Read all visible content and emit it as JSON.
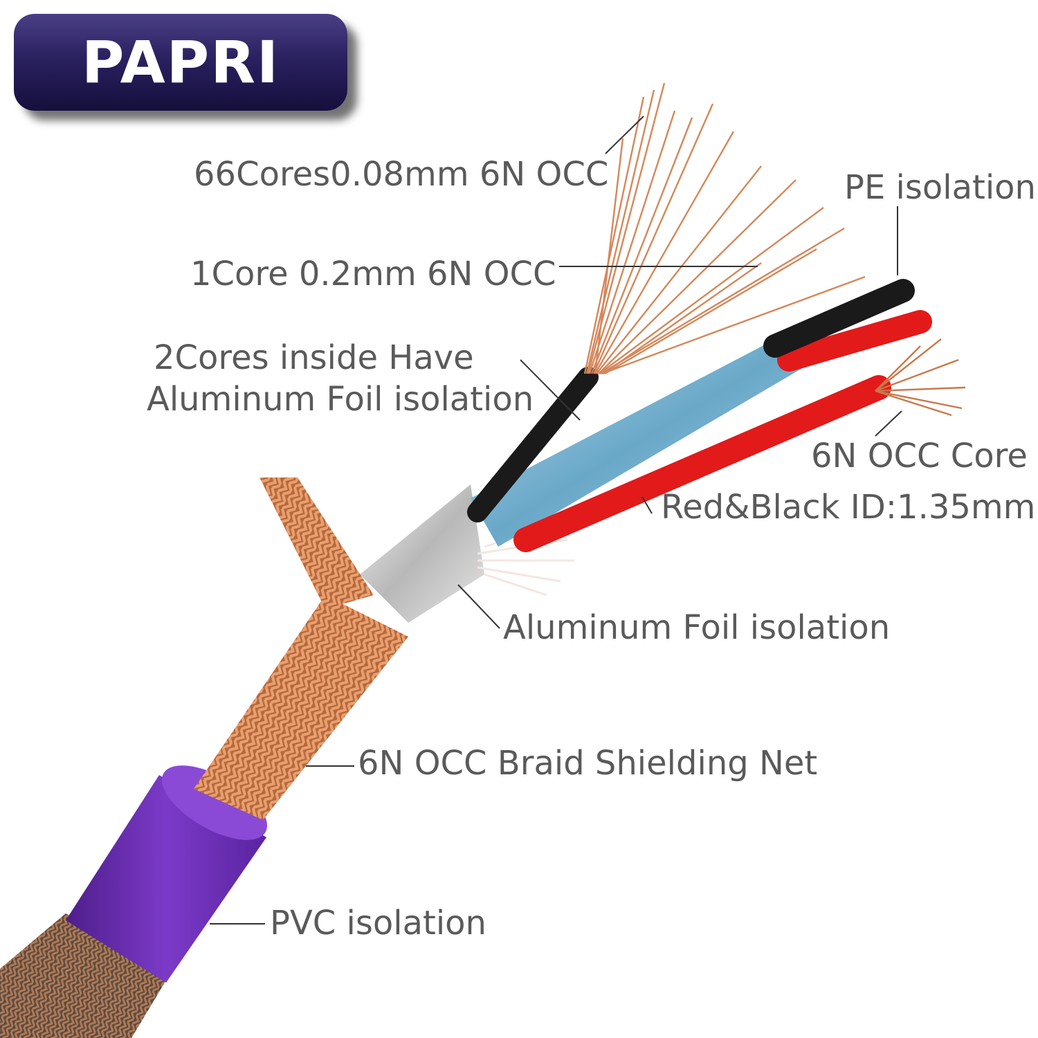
{
  "brand": {
    "logo_text": "PAPRI"
  },
  "colors": {
    "label_text": "#5a5a5a",
    "jacket_purple": "#6a2fb4",
    "copper": "#c97a4a",
    "red_wire": "#e21a1a",
    "black_wire": "#1a1a1a",
    "foil_blue": "#8fc3dd",
    "logo_bg": "#2a2160"
  },
  "labels": {
    "strand_66": "66Cores0.08mm 6N OCC",
    "pe_isolation": "PE isolation",
    "core_1": "1Core 0.2mm 6N OCC",
    "two_cores_line1": "2Cores inside Have",
    "two_cores_line2": "Aluminum Foil isolation",
    "occ_core": "6N OCC Core",
    "red_black": "Red&Black ID:1.35mm",
    "al_foil": "Aluminum Foil isolation",
    "braid": "6N OCC Braid Shielding Net",
    "pvc": "PVC isolation"
  }
}
